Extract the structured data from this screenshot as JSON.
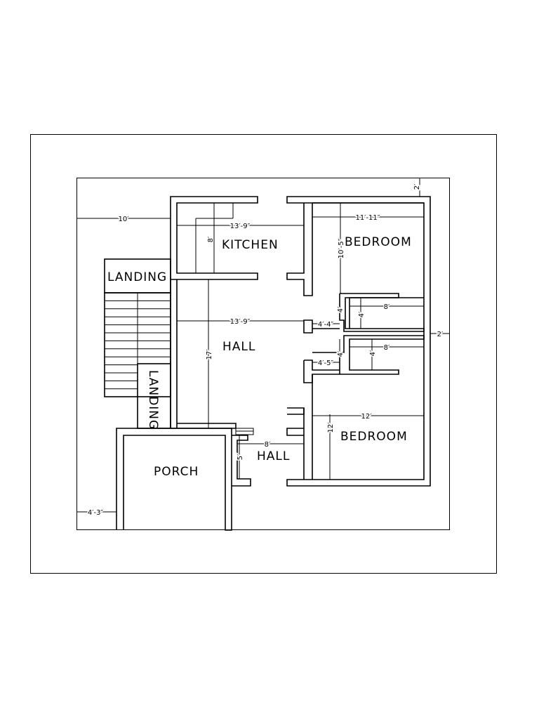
{
  "rooms": {
    "kitchen": "KITCHEN",
    "bedroom_top": "BEDROOM",
    "landing_top": "LANDING",
    "hall_main": "HALL",
    "landing_side": "LANDING",
    "bedroom_bottom": "BEDROOM",
    "porch": "PORCH",
    "hall_small": "HALL"
  },
  "dimensions": {
    "top_margin": "2′",
    "left_setback": "10′",
    "kitchen_width": "13′-9″",
    "kitchen_depth": "8′",
    "bedroom_top_width": "11′-11″",
    "bedroom_top_depth": "10′-5″",
    "hall_width": "13′-9″",
    "hall_depth": "17′",
    "passage_upper": "4′-4″",
    "toilet_upper_width": "8′",
    "toilet_upper_depth": "4′",
    "toilet_upper_door": "4′",
    "right_margin": "2′",
    "toilet_lower_width": "8′",
    "toilet_lower_depth": "4′",
    "toilet_lower_door": "4′",
    "passage_lower": "4′-5″",
    "bedroom_bottom_width": "12′",
    "bedroom_bottom_depth": "12′",
    "small_hall_width": "8′",
    "small_hall_depth": "5′",
    "porch_setback": "4′-3″"
  }
}
